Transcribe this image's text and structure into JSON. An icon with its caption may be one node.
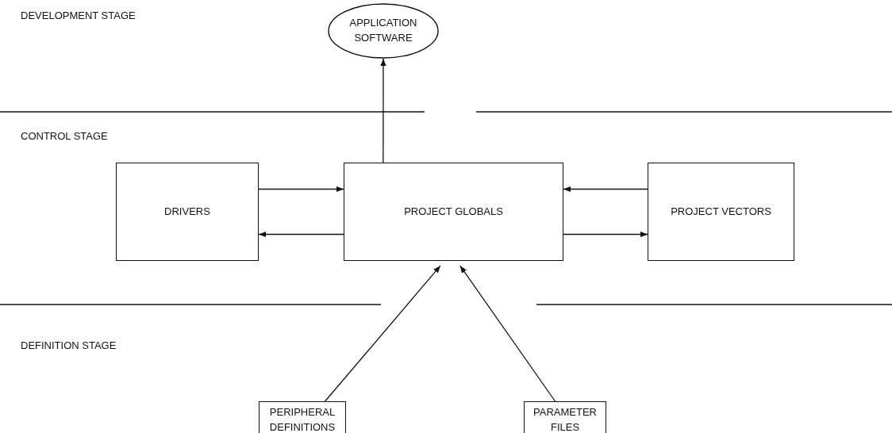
{
  "diagram": {
    "nodes": [
      {
        "text": [
          "APPLICATION SOFTWARE"
        ]
      },
      {
        "text": [
          "DRIVERS"
        ]
      },
      {
        "text": [
          "PROJECT GLOBALS"
        ]
      },
      {
        "text": [
          "PROJECT VECTORS"
        ]
      },
      {
        "text": [
          "PERIPHERAL DEFINITIONS"
        ]
      },
      {
        "text": [
          "PARAMETER FILES"
        ]
      }
    ],
    "edges": [
      {
        "from": 2,
        "to": 0,
        "arrow": "to"
      },
      {
        "from": 1,
        "to": 2,
        "arrow": "to"
      },
      {
        "from": 2,
        "to": 1,
        "arrow": "to"
      },
      {
        "from": 3,
        "to": 2,
        "arrow": "to"
      },
      {
        "from": 2,
        "to": 3,
        "arrow": "to"
      },
      {
        "from": 4,
        "to": 2,
        "arrow": "to"
      },
      {
        "from": 5,
        "to": 2,
        "arrow": "to"
      }
    ],
    "labels": [
      "DEVELOPMENT STAGE",
      "CONTROL STAGE",
      "DEFINITION STAGE"
    ]
  }
}
